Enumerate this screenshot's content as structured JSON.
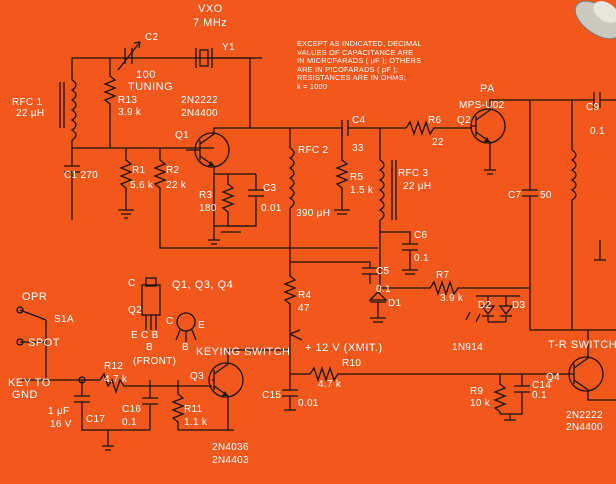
{
  "note": [
    "EXCEPT AS INDICATED, DECIMAL",
    "VALUES OF CAPACITANCE ARE",
    "IN MICROFARADS ( μF ); OTHERS",
    "ARE IN PICOFARADS ( pF );",
    "RESISTANCES ARE IN OHMS;",
    "k = 1000"
  ],
  "labels": {
    "vxo": "VXO",
    "vxo_freq": "7 MHz",
    "c2": "C2",
    "y1": "Y1",
    "c2_value": "100",
    "tuning": "TUNING",
    "rfc1": "RFC 1",
    "rfc1_value": "22 μH",
    "r13": "R13",
    "r13_value": "3.9 k",
    "q1_type1": "2N2222",
    "q1_type2": "2N4400",
    "q1": "Q1",
    "c1": "C1 270",
    "r1": "R1",
    "r1_value": "5.6 k",
    "r2": "R2",
    "r2_value": "22 k",
    "r3": "R3",
    "r3_value": "180",
    "c3": "C3",
    "c3_value": "0.01",
    "rfc2": "RFC 2",
    "rfc2_value": "390 μH",
    "c4": "C4",
    "c4_value": "33",
    "r5": "R5",
    "r5_value": "1.5 k",
    "rfc3": "RFC 3",
    "rfc3_value": "22 μH",
    "r6": "R6",
    "r6_value": "22",
    "pa": "PA",
    "q2_type": "MPS-U02",
    "q2": "Q2",
    "c7": "C7",
    "c7_value": "50",
    "c9": "C9",
    "c9_value": "0.1",
    "c6": "C6",
    "c6_value": "0.1",
    "c5": "C5",
    "c5_value": "0.1",
    "r7": "R7",
    "r7_value": "3.9 k",
    "d1": "D1",
    "d2": "D2",
    "d3": "D3",
    "diode_type": "1N914",
    "r4": "R4",
    "r4_value": "47",
    "supply": "+ 12 V (XMIT.)",
    "r10": "R10",
    "r10_value": "4.7 k",
    "c15": "C15",
    "c15_value": "0.01",
    "r9": "R9",
    "r9_value": "10 k",
    "c14": "C14",
    "c14_value": "0.1",
    "tr_switch": "T-R SWITCH",
    "q4": "Q4",
    "q4_type1": "2N2222",
    "q4_type2": "2N4400",
    "keying_switch": "KEYING SWITCH",
    "q3": "Q3",
    "q3_type1": "2N4036",
    "q3_type2": "2N4403",
    "r12": "R12",
    "r12_value": "4.7 k",
    "c16": "C16",
    "c16_value": "0.1",
    "r11": "R11",
    "r11_value": "1.1 k",
    "c17_cap": "1 μF",
    "c17_voltage": "16 V",
    "c17": "C17",
    "key_to": "KEY TO",
    "gnd": "GND",
    "opr": "OPR",
    "spot": "SPOT",
    "s1a": "S1A",
    "pkg_c_top": "C",
    "pkg_q2": "Q2",
    "pkg_types": "Q1, Q3, Q4",
    "pkg_pins": "E C B",
    "pkg_b": "B",
    "pkg_front": "(FRONT)",
    "pkg2_c": "C",
    "pkg2_e": "E",
    "pkg2_b": "B"
  }
}
